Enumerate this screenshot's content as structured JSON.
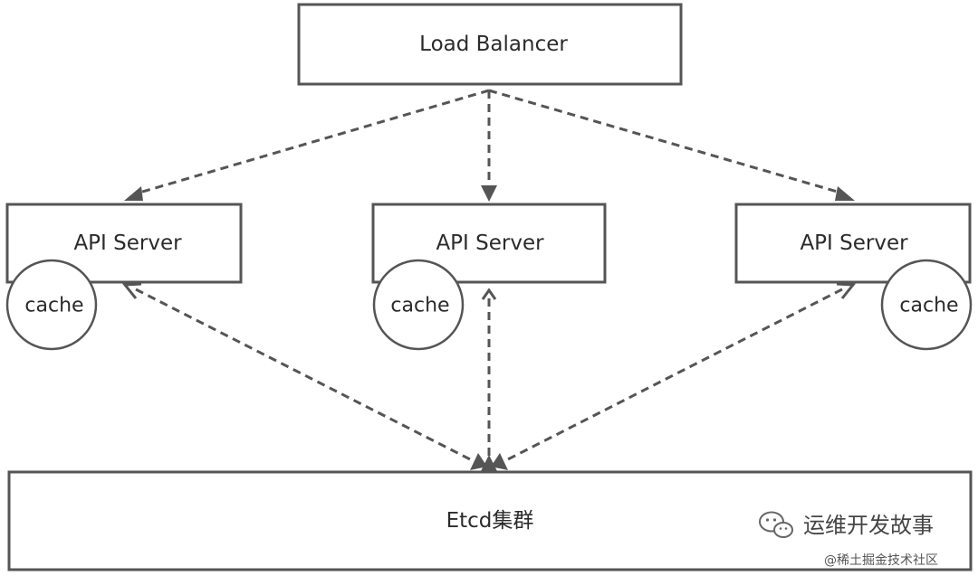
{
  "nodes": {
    "load_balancer": "Load Balancer",
    "api_servers": [
      "API Server",
      "API Server",
      "API Server"
    ],
    "cache": "cache",
    "etcd": "Etcd集群"
  },
  "watermark": {
    "title": "运维开发故事",
    "source": "@稀土掘金技术社区",
    "icon": "wechat-icon"
  },
  "colors": {
    "line": "#555555",
    "text": "#2b2b2b"
  }
}
